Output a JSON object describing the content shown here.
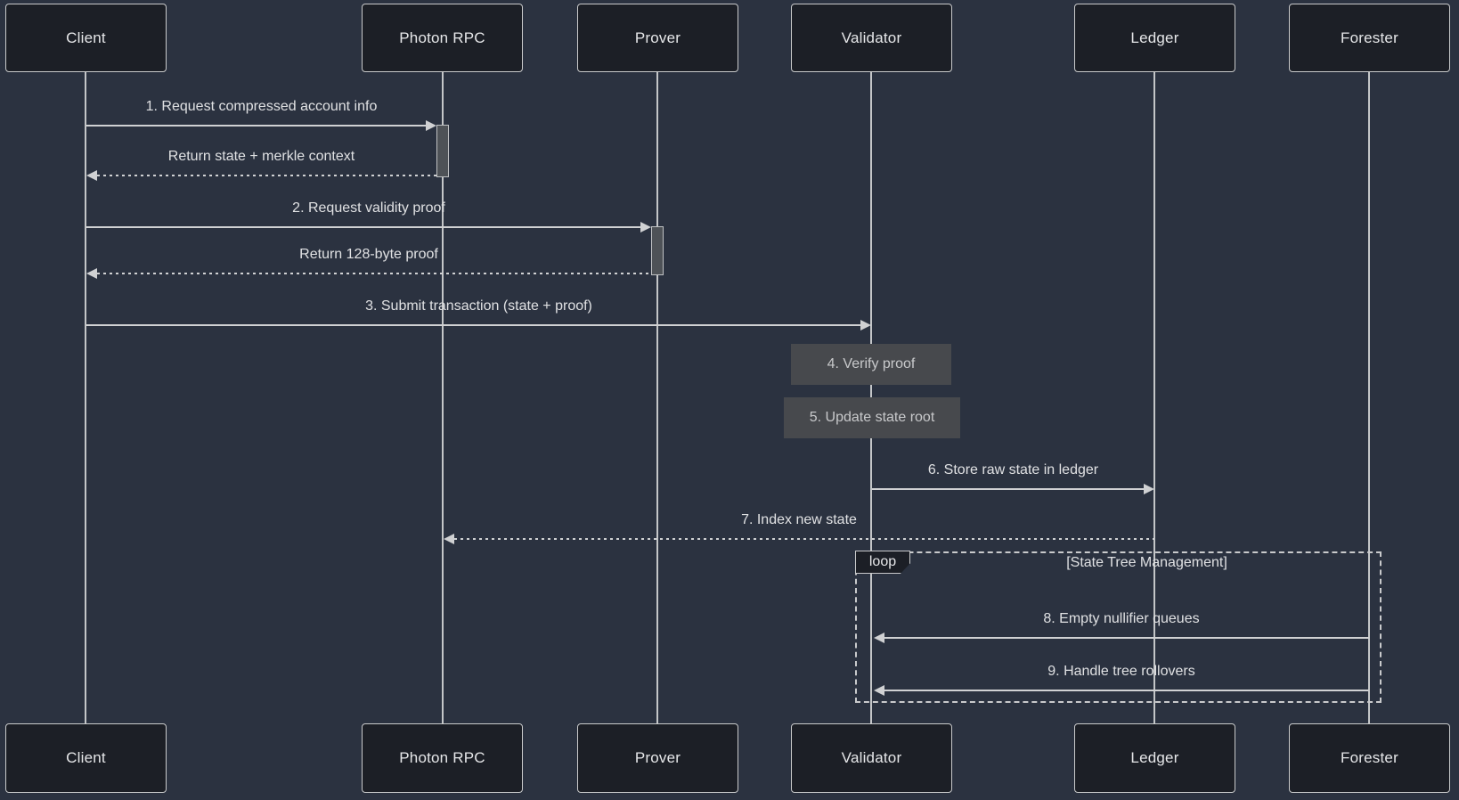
{
  "diagram": {
    "actors": [
      {
        "name": "Client"
      },
      {
        "name": "Photon RPC"
      },
      {
        "name": "Prover"
      },
      {
        "name": "Validator"
      },
      {
        "name": "Ledger"
      },
      {
        "name": "Forester"
      }
    ],
    "messages": [
      {
        "text": "1. Request compressed account info",
        "from": "Client",
        "to": "Photon RPC",
        "style": "solid"
      },
      {
        "text": "Return state + merkle context",
        "from": "Photon RPC",
        "to": "Client",
        "style": "dashed"
      },
      {
        "text": "2. Request validity proof",
        "from": "Client",
        "to": "Prover",
        "style": "solid"
      },
      {
        "text": "Return 128-byte proof",
        "from": "Prover",
        "to": "Client",
        "style": "dashed"
      },
      {
        "text": "3. Submit transaction (state + proof)",
        "from": "Client",
        "to": "Validator",
        "style": "solid"
      },
      {
        "text": "6. Store raw state in ledger",
        "from": "Validator",
        "to": "Ledger",
        "style": "solid"
      },
      {
        "text": "7. Index new state",
        "from": "Ledger",
        "to": "Photon RPC",
        "style": "dashed"
      },
      {
        "text": "8. Empty nullifier queues",
        "from": "Forester",
        "to": "Validator",
        "style": "solid"
      },
      {
        "text": "9. Handle tree rollovers",
        "from": "Forester",
        "to": "Validator",
        "style": "solid"
      }
    ],
    "notes": [
      {
        "text": "4. Verify proof",
        "on": "Validator"
      },
      {
        "text": "5. Update state root",
        "on": "Validator"
      }
    ],
    "loop": {
      "keyword": "loop",
      "title": "[State Tree Management]"
    },
    "colors": {
      "background": "#2b3240",
      "actor_fill": "#1c1f26",
      "actor_border": "#c9cacb",
      "actor_text": "#e6e7e9",
      "message_text": "#e0e1e3",
      "arrow": "#d0d1d3",
      "lifeline": "#c4c6c8",
      "note_fill": "#47494d",
      "note_text": "#c8c9cb",
      "activation_fill": "#4e5257"
    }
  }
}
